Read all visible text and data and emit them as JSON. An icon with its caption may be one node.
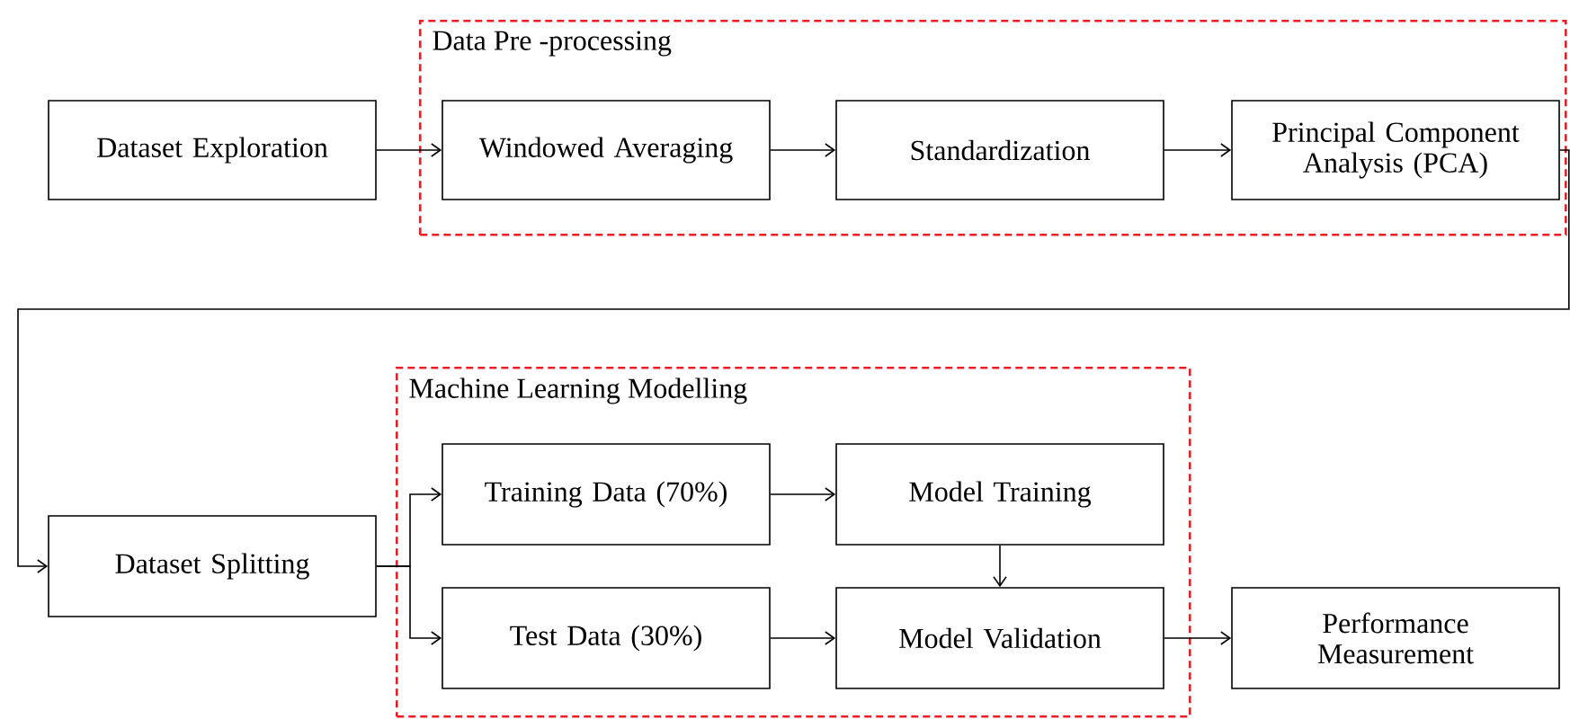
{
  "diagram": {
    "nodes": [
      {
        "text": [
          "Data Pre -processing"
        ]
      },
      {
        "text": [
          "Dataset Exploration"
        ]
      },
      {
        "text": [
          "Windowed Averaging"
        ],
        "in": 0
      },
      {
        "text": [
          "Standardization"
        ],
        "in": 0
      },
      {
        "text": [
          "Principal Component Analysis (PCA)"
        ],
        "in": 0
      },
      {
        "text": [
          "Machine Learning Modelling"
        ]
      },
      {
        "text": [
          "Dataset Splitting"
        ]
      },
      {
        "text": [
          "Training Data (70%)"
        ],
        "in": 5
      },
      {
        "text": [
          "Model Training"
        ],
        "in": 5
      },
      {
        "text": [
          "Test Data (30%)"
        ],
        "in": 5
      },
      {
        "text": [
          "Model Validation"
        ],
        "in": 5
      },
      {
        "text": [
          "Performance Measurement"
        ]
      }
    ],
    "edges": [
      {
        "from": 1,
        "to": 2,
        "arrow": "to"
      },
      {
        "from": 2,
        "to": 3,
        "arrow": "to"
      },
      {
        "from": 3,
        "to": 4,
        "arrow": "to"
      },
      {
        "from": 4,
        "to": 6,
        "arrow": "to"
      },
      {
        "from": 6,
        "to": 7,
        "arrow": "to"
      },
      {
        "from": 6,
        "to": 9,
        "arrow": "to"
      },
      {
        "from": 7,
        "to": 8,
        "arrow": "to"
      },
      {
        "from": 8,
        "to": 10,
        "arrow": "to"
      },
      {
        "from": 9,
        "to": 10,
        "arrow": "to"
      },
      {
        "from": 10,
        "to": 11,
        "arrow": "to"
      }
    ]
  }
}
